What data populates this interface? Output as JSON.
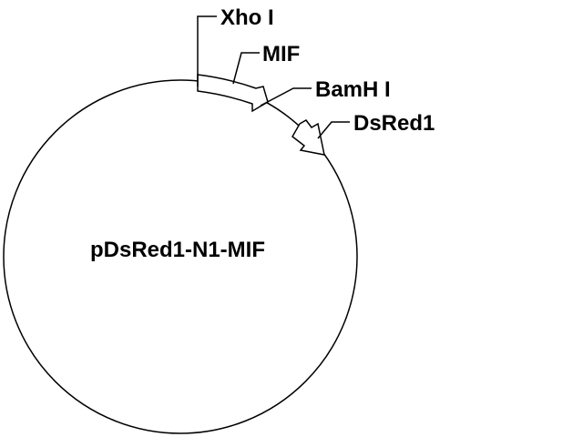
{
  "plasmid": {
    "name": "pDsRed1-N1-MIF"
  },
  "sites": {
    "xho": "Xho I",
    "mif": "MIF",
    "bamh": "BamH I",
    "dsred": "DsRed1"
  },
  "colors": {
    "line": "#000000",
    "background": "#ffffff"
  }
}
